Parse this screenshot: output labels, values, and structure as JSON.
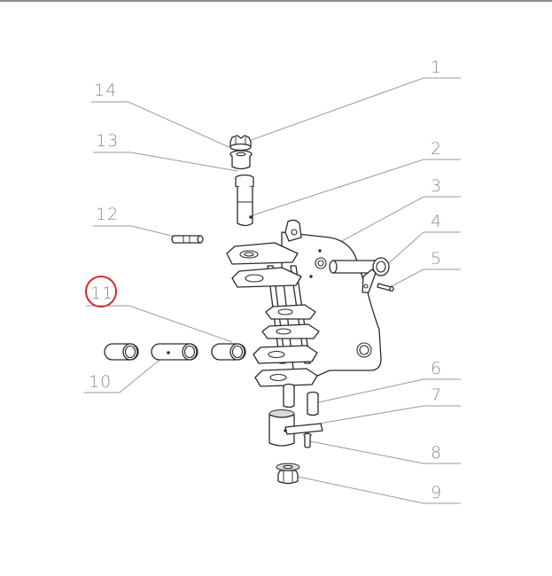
{
  "callouts": [
    {
      "id": "1",
      "label": "1"
    },
    {
      "id": "2",
      "label": "2"
    },
    {
      "id": "3",
      "label": "3"
    },
    {
      "id": "4",
      "label": "4"
    },
    {
      "id": "5",
      "label": "5"
    },
    {
      "id": "6",
      "label": "6"
    },
    {
      "id": "7",
      "label": "7"
    },
    {
      "id": "8",
      "label": "8"
    },
    {
      "id": "9",
      "label": "9"
    },
    {
      "id": "10",
      "label": "10"
    },
    {
      "id": "11",
      "label": "11",
      "highlighted": true
    },
    {
      "id": "12",
      "label": "12"
    },
    {
      "id": "13",
      "label": "13"
    },
    {
      "id": "14",
      "label": "14"
    }
  ],
  "colors": {
    "highlight": "#d9262c",
    "label": "#8c8c8c",
    "line": "#2a2a2a"
  }
}
